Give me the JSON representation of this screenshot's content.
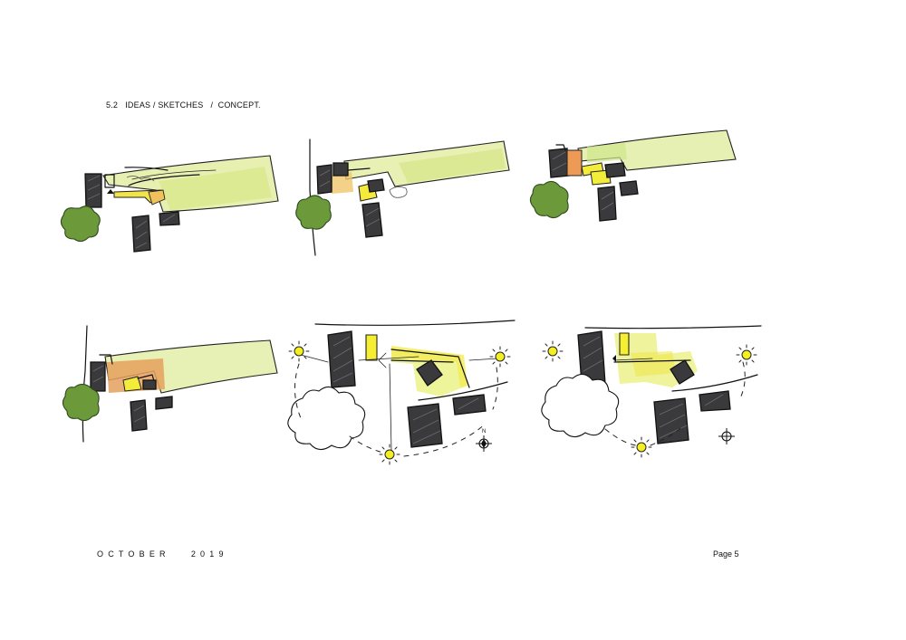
{
  "header": {
    "title": "5.2   IDEAS / SKETCHES   /  CONCEPT."
  },
  "footer": {
    "date": "OCTOBER   2019",
    "page": "Page 5"
  },
  "colors": {
    "green_light": "#e9f2b4",
    "green_mid": "#cfe27a",
    "yellow": "#f4ec3a",
    "orange": "#eba85a",
    "tree": "#6c9a3b",
    "building": "#3a3a3c"
  },
  "icons": [
    "sun-icon",
    "tree-icon",
    "cloud-icon",
    "north-arrow-icon"
  ],
  "sketches": {
    "count": 6,
    "north_label": "N"
  }
}
